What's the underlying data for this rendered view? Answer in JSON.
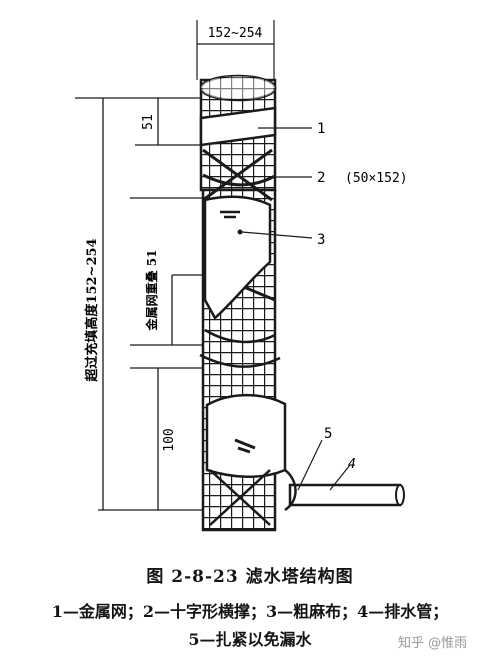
{
  "dims": {
    "top_width": "152~254",
    "d51_top": "51",
    "total_height": "超过充填高度152~254",
    "overlap": "金属网重叠 51",
    "d100": "100"
  },
  "callouts": {
    "n1": "1",
    "n2": "2",
    "n2_size": "(50×152)",
    "n3": "3",
    "n4": "4",
    "n5": "5"
  },
  "caption": {
    "title": "图 2-8-23  滤水塔结构图",
    "legend_line1": "1—金属网；2—十字形横撑；3—粗麻布；4—排水管；",
    "legend_line2": "5—扎紧以免漏水"
  },
  "watermark": "知乎 @惟雨"
}
